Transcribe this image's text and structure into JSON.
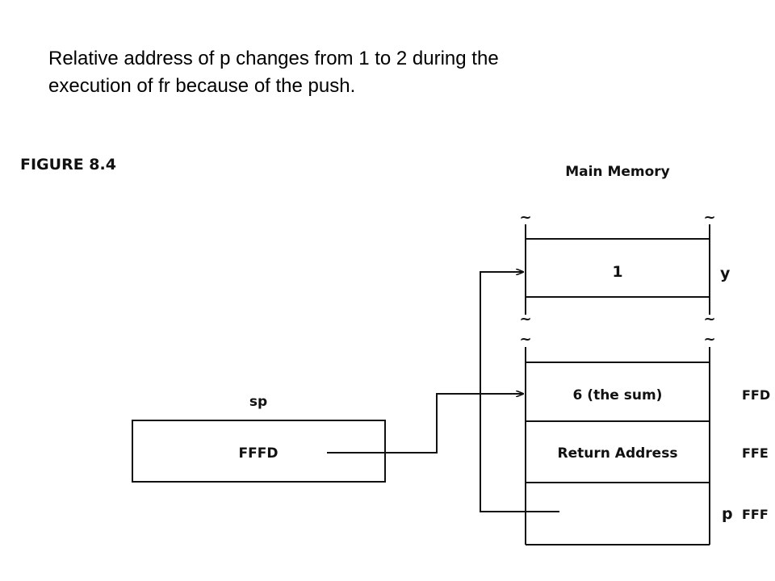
{
  "caption": {
    "line1": "Relative address of p changes from 1 to 2 during the",
    "line2": "execution of fr because of the push."
  },
  "figure": {
    "title": "FIGURE 8.4",
    "memory_title": "Main Memory",
    "break_mark": "~",
    "stack_pointer": {
      "name": "sp",
      "value": "FFFD"
    },
    "cell_y": {
      "value": "1",
      "name": "y"
    },
    "stack_cells": [
      {
        "content": "6 (the sum)",
        "address": "FFD",
        "pointer": ""
      },
      {
        "content": "Return Address",
        "address": "FFE",
        "pointer": ""
      },
      {
        "content": "",
        "address": "FFF",
        "pointer": "p"
      }
    ]
  }
}
